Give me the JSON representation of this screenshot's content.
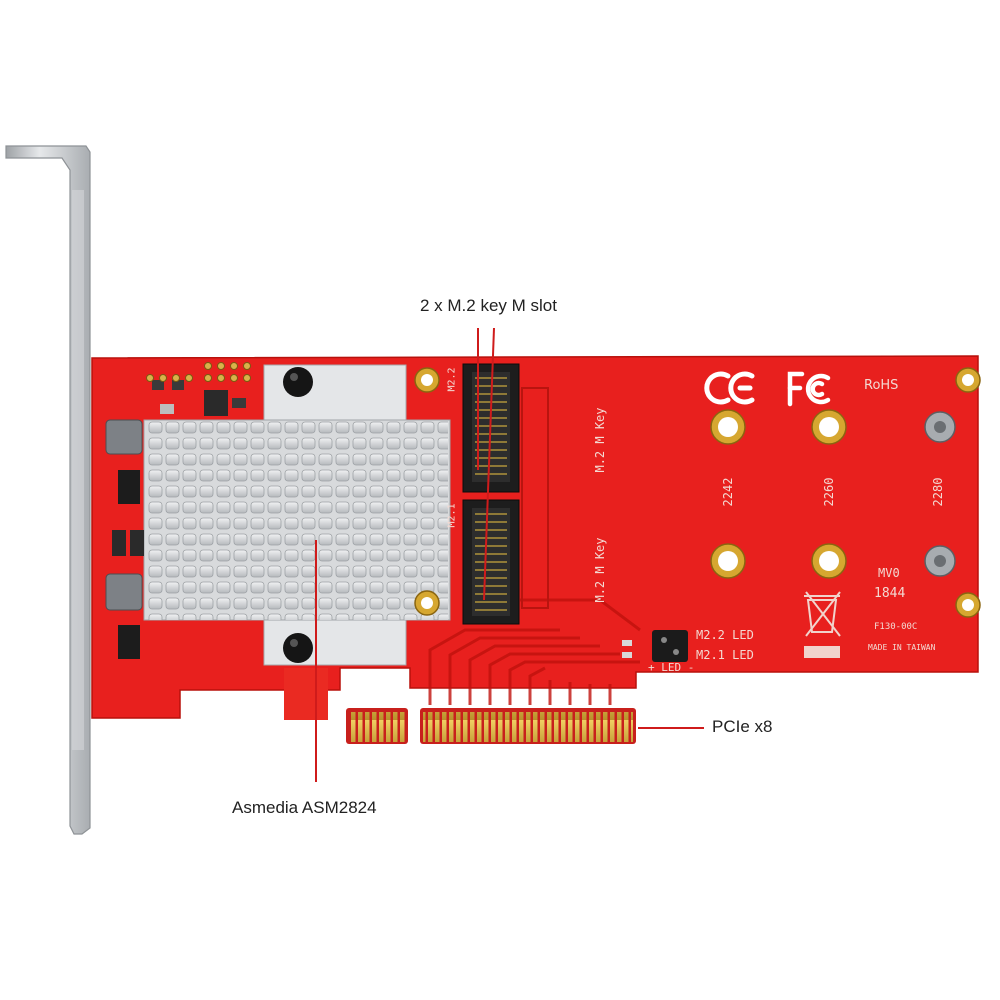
{
  "callouts": {
    "m2_slots": "2 x M.2 key M slot",
    "pcie": "PCIe x8",
    "controller": "Asmedia ASM2824"
  },
  "silkscreen": {
    "slot1_label": "M.2 M Key",
    "slot2_label": "M.2 M Key",
    "size_2242": "2242",
    "size_2260": "2260",
    "size_2280": "2280",
    "rohs": "RoHS",
    "led_m22": "M2.2 LED",
    "led_m21": "M2.1 LED",
    "led_legend": "+ LED -",
    "mv_mark": "MV0",
    "date_code": "1844",
    "part_code": "F130-00C",
    "made_in": "MADE IN TAIWAN",
    "m22_tag": "M2.2",
    "m21_tag": "M2.1"
  },
  "colors": {
    "pcb": "#e8201e",
    "pcb_dark": "#c4140f",
    "gold": "#d8b13c",
    "heatsink": "#c9ccd0",
    "bracket": "#c0c3c6",
    "callout_line": "#cf1b1b"
  }
}
